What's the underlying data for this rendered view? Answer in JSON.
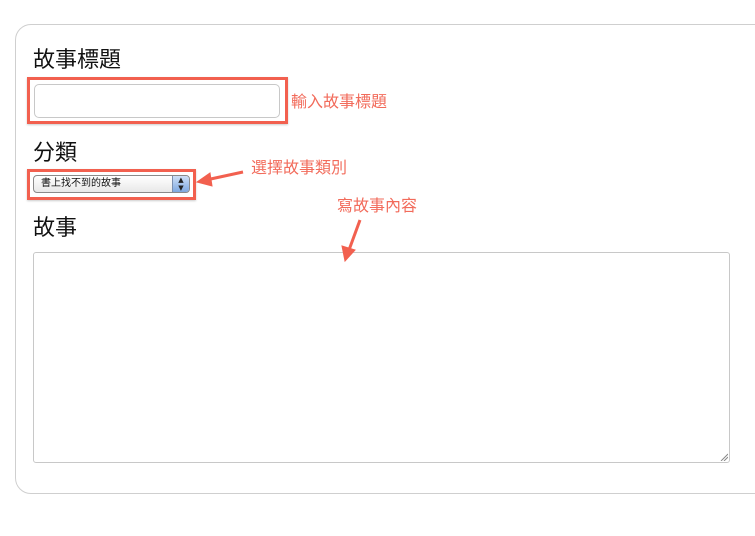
{
  "form": {
    "title_label": "故事標題",
    "title_value": "",
    "category_label": "分類",
    "category_selected": "書上找不到的故事",
    "story_label": "故事",
    "story_value": ""
  },
  "annotations": {
    "title_note": "輸入故事標題",
    "category_note": "選擇故事類別",
    "story_note": "寫故事內容"
  },
  "colors": {
    "annotation": "#f26b5b",
    "highlight_box": "#f2604f"
  }
}
